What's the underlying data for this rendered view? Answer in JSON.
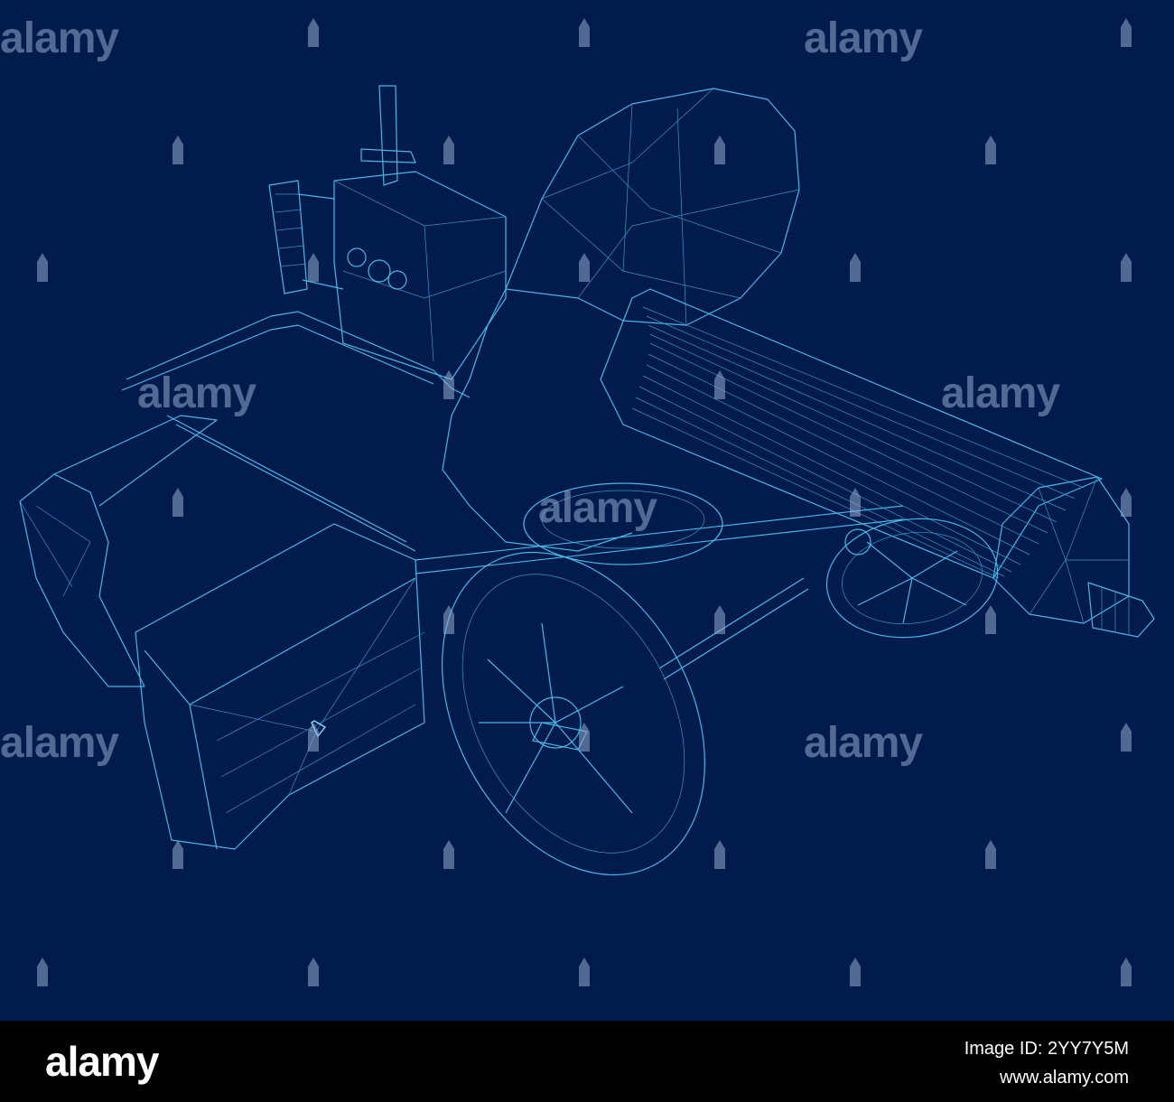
{
  "watermark": {
    "text": "alamy",
    "color": "#96aacd"
  },
  "footer": {
    "logo": "alamy",
    "image_id": "Image ID: 2YY7Y5M",
    "url": "www.alamy.com"
  },
  "colors": {
    "background": "#011b4d",
    "wireframe": "#49b6e6",
    "footer_bg": "#000000"
  }
}
